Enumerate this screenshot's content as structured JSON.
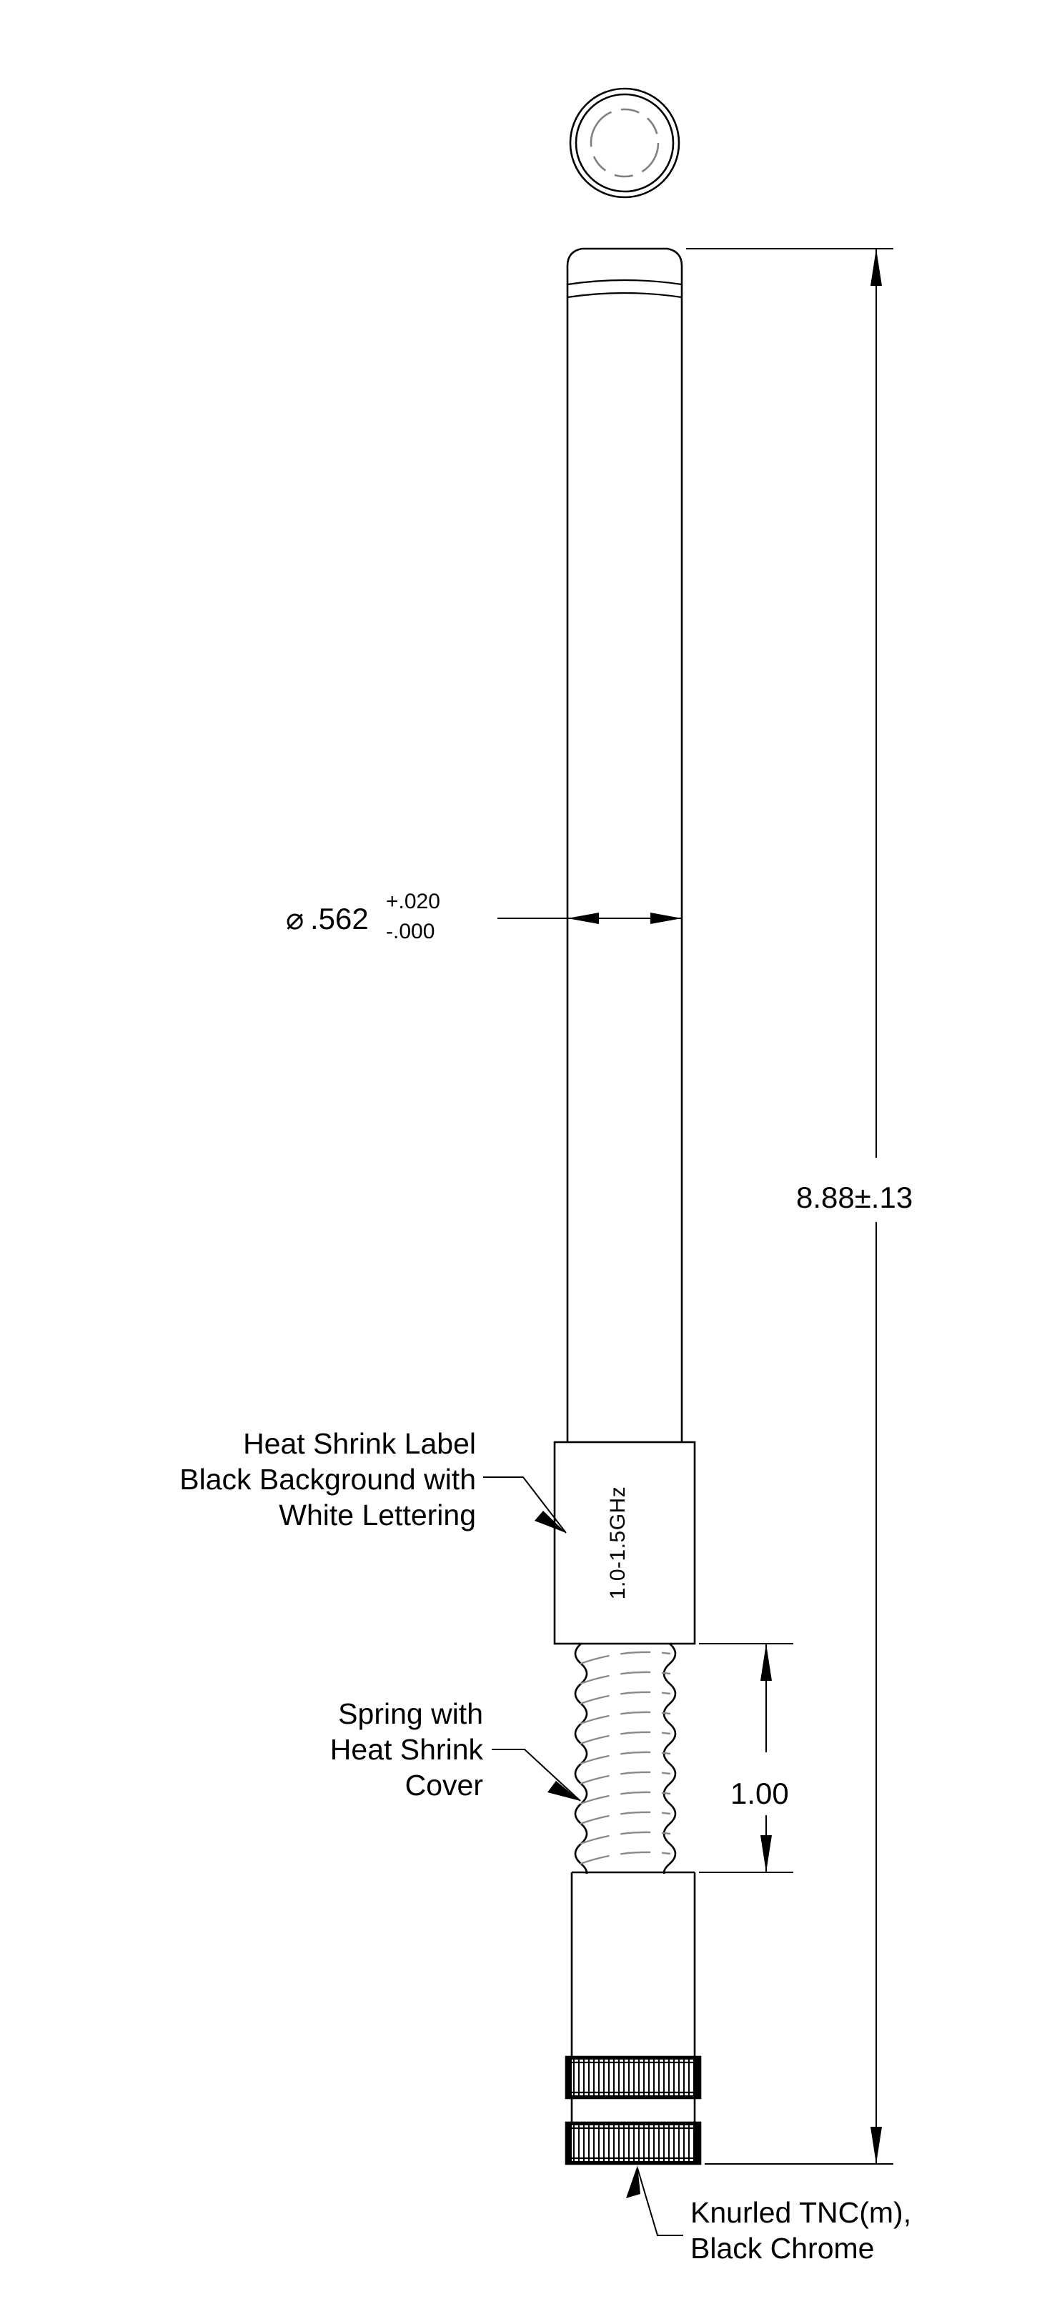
{
  "drawing": {
    "type": "engineering-part-drawing",
    "subject": "Whip antenna with TNC male connector",
    "background_color": "#ffffff",
    "line_color": "#000000",
    "accent_gray": "#808080"
  },
  "dimensions": {
    "diameter": {
      "symbol": "⌀",
      "value": ".562",
      "tolerance_plus": "+.020",
      "tolerance_minus": "-.000",
      "full_text": "⌀.562 +.020 / -.000"
    },
    "overall_length": {
      "value": "8.88±.13",
      "nominal": "8.88",
      "tolerance": "±.13"
    },
    "spring_length": {
      "value": "1.00"
    }
  },
  "annotations": [
    {
      "id": "heat-shrink-label-note",
      "lines": [
        "Heat Shrink Label",
        "Black Background with",
        "White Lettering"
      ],
      "align": "right"
    },
    {
      "id": "spring-note",
      "lines": [
        "Spring with",
        "Heat Shrink",
        "Cover"
      ],
      "align": "right"
    },
    {
      "id": "connector-note",
      "lines": [
        "Knurled TNC(m),",
        "Black Chrome"
      ],
      "align": "left"
    }
  ],
  "part_label": {
    "text": "1.0-1.5GHz",
    "orientation": "vertical-bottom-to-top",
    "background": "Black Background",
    "lettering": "White Lettering"
  },
  "views": {
    "top_view": {
      "name": "end-view-circle",
      "description": "Concentric circles, outer double ring with inner broken gray circle"
    },
    "side_view": {
      "name": "elevation",
      "sections": [
        "radome-tube",
        "heat-shrink-label-band",
        "spring-section",
        "connector-body",
        "knurled-band-upper",
        "knurled-band-lower"
      ]
    }
  }
}
